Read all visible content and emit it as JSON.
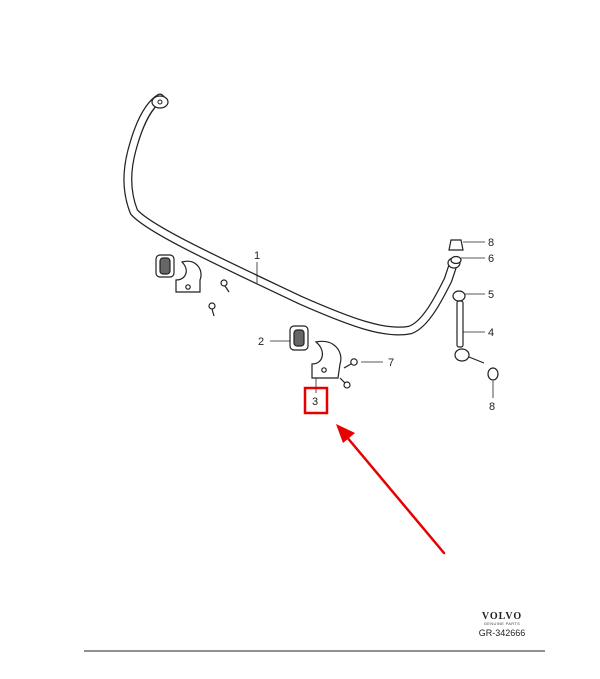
{
  "diagram": {
    "callouts": {
      "c1": "1",
      "c2": "2",
      "c3": "3",
      "c4": "4",
      "c5": "5",
      "c6": "6",
      "c7": "7",
      "c8a": "8",
      "c8b": "8"
    },
    "highlighted_callout": "3",
    "colors": {
      "line": "#222222",
      "highlight": "#e60000",
      "arrow": "#e60000"
    }
  },
  "brand": {
    "name": "VOLVO",
    "subtitle": "GENUINE PARTS"
  },
  "reference": {
    "code": "GR-342666"
  }
}
